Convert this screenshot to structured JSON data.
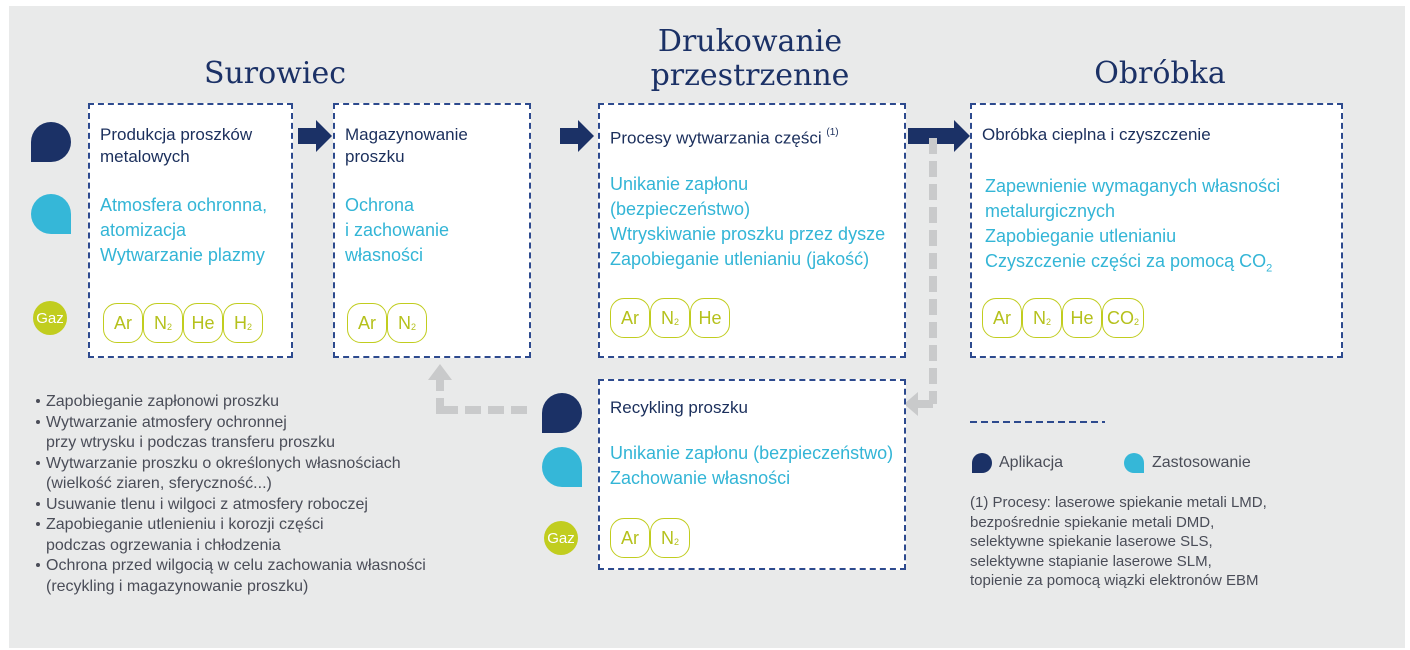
{
  "headings": {
    "surowiec": "Surowiec",
    "drukowanie_line1": "Drukowanie",
    "drukowanie_line2": "przestrzenne",
    "obrobka": "Obróbka"
  },
  "boxes": {
    "produkcja": {
      "title_line1": "Produkcja proszków",
      "title_line2": "metalowych",
      "lines": [
        "Atmosfera ochronna,",
        "atomizacja",
        "Wytwarzanie plazmy"
      ],
      "gases": [
        {
          "base": "Ar",
          "sub": ""
        },
        {
          "base": "N",
          "sub": "2"
        },
        {
          "base": "He",
          "sub": ""
        },
        {
          "base": "H",
          "sub": "2"
        }
      ]
    },
    "magazynowanie": {
      "title_line1": "Magazynowanie",
      "title_line2": "proszku",
      "lines": [
        "Ochrona",
        "i zachowanie",
        "własności"
      ],
      "gases": [
        {
          "base": "Ar",
          "sub": ""
        },
        {
          "base": "N",
          "sub": "2"
        }
      ]
    },
    "procesy": {
      "title": "Procesy wytwarzania części",
      "title_note": "(1)",
      "lines": [
        "Unikanie zapłonu",
        "(bezpieczeństwo)",
        "Wtryskiwanie proszku przez dysze",
        "Zapobieganie utlenianiu (jakość)"
      ],
      "gases": [
        {
          "base": "Ar",
          "sub": ""
        },
        {
          "base": "N",
          "sub": "2"
        },
        {
          "base": "He",
          "sub": ""
        }
      ]
    },
    "obrobka": {
      "title": "Obróbka cieplna i czyszczenie",
      "lines": [
        "Zapewnienie wymaganych własności",
        "metalurgicznych",
        "Zapobieganie utlenianiu",
        "Czyszczenie części za pomocą CO"
      ],
      "co2_sub": "2",
      "gases": [
        {
          "base": "Ar",
          "sub": ""
        },
        {
          "base": "N",
          "sub": "2"
        },
        {
          "base": "He",
          "sub": ""
        },
        {
          "base": "CO",
          "sub": "2"
        }
      ]
    },
    "recykling": {
      "title": "Recykling proszku",
      "lines": [
        "Unikanie zapłonu (bezpieczeństwo)",
        "Zachowanie własności"
      ],
      "gases": [
        {
          "base": "Ar",
          "sub": ""
        },
        {
          "base": "N",
          "sub": "2"
        }
      ]
    }
  },
  "gaz_label": "Gaz",
  "bullets": [
    "Zapobieganie zapłonowi proszku",
    "Wytwarzanie atmosfery ochronnej",
    "przy wtrysku i podczas transferu proszku",
    "Wytwarzanie proszku o określonych własnościach",
    "(wielkość ziaren, sferyczność...)",
    "Usuwanie tlenu i wilgoci z atmosfery roboczej",
    "Zapobieganie utlenieniu i korozji części",
    "podczas ogrzewania i chłodzenia",
    "Ochrona przed wilgocią w celu zachowania własności",
    "(recykling i magazynowanie proszku)"
  ],
  "legend": {
    "aplikacja": "Aplikacja",
    "zastosowanie": "Zastosowanie"
  },
  "footnote": [
    "(1) Procesy: laserowe spiekanie metali LMD,",
    "bezpośrednie spiekanie metali DMD,",
    "selektywne spiekanie laserowe SLS,",
    "selektywne stapianie laserowe SLM,",
    "topienie za pomocą wiązki elektronów EBM"
  ],
  "colors": {
    "navy": "#1b3166",
    "cyan": "#35b7d8",
    "lime": "#c1cd1f",
    "background": "#e9eaea"
  },
  "icons": [
    "application-drop-icon",
    "usage-drop-icon",
    "gas-badge-icon",
    "arrow-right-icon",
    "dashed-arrow-icon"
  ]
}
